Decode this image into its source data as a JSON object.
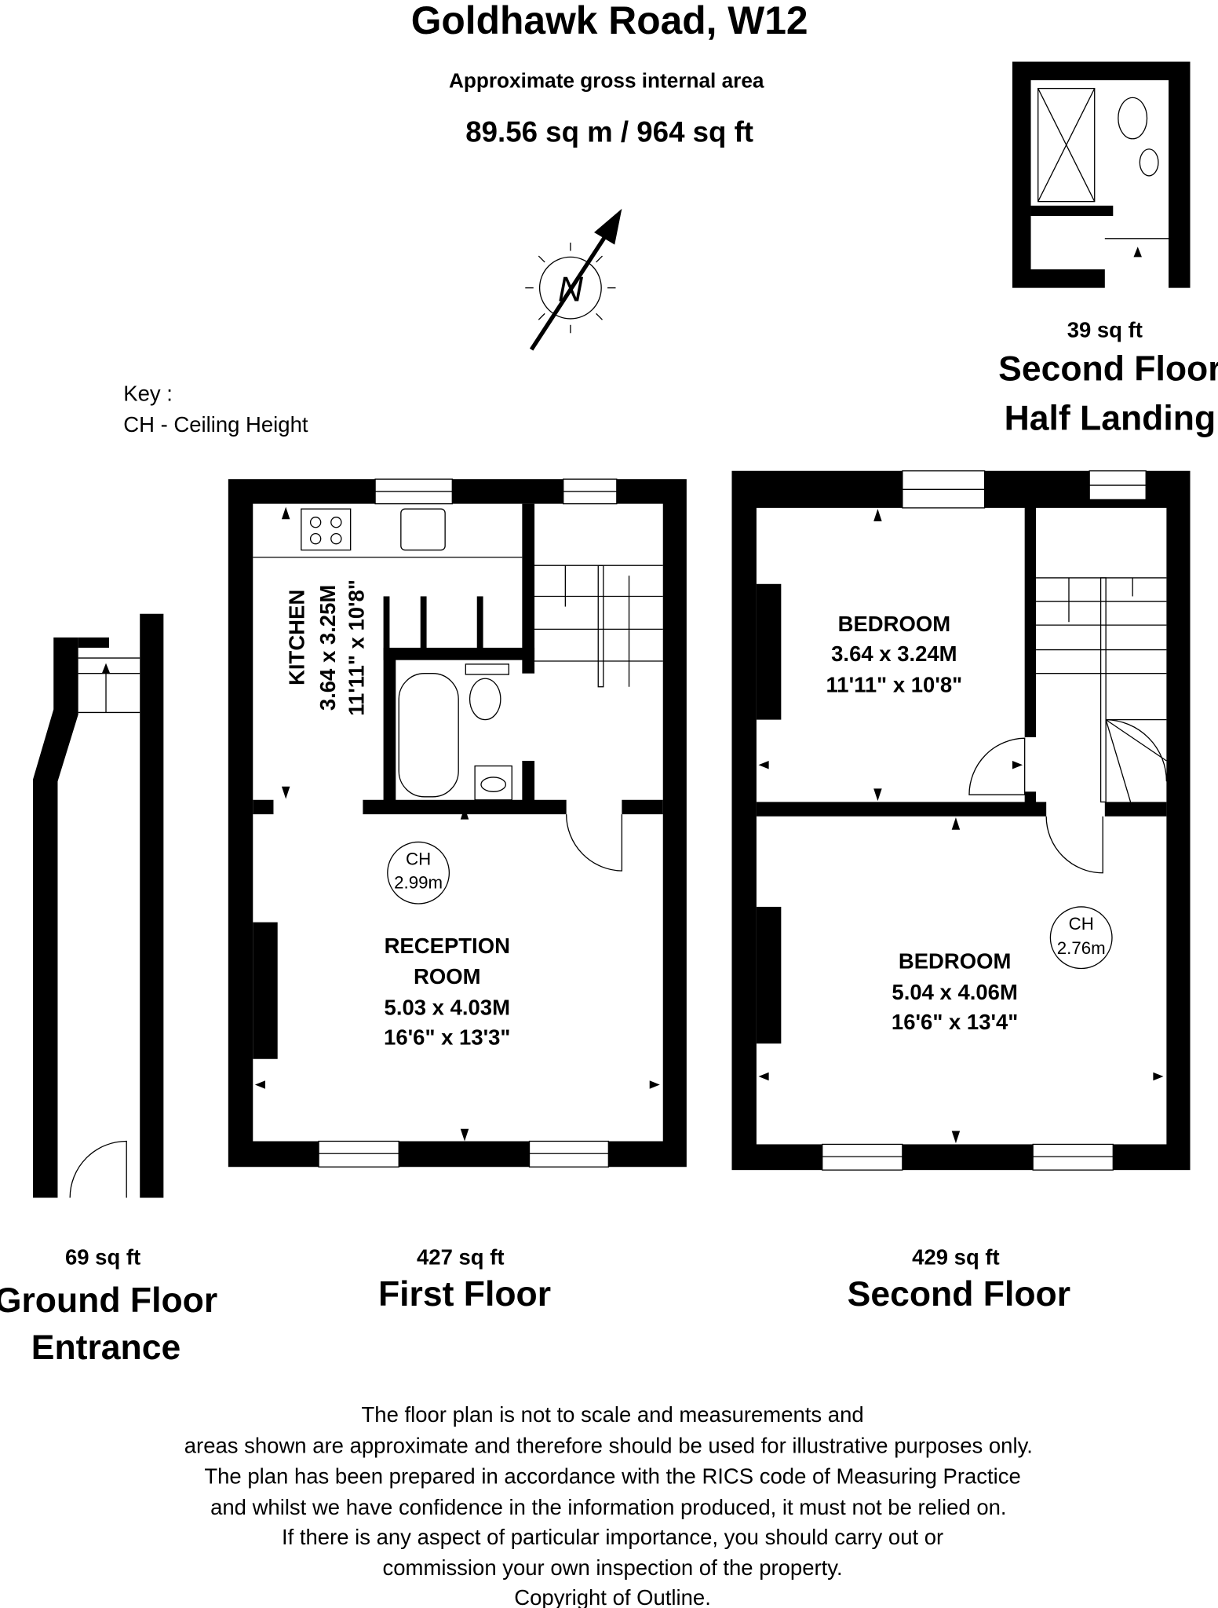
{
  "header": {
    "title": "Goldhawk Road, W12",
    "subtitle": "Approximate gross internal area",
    "total_area": "89.56 sq m /  964 sq ft"
  },
  "compass": {
    "label": "N"
  },
  "key": {
    "title": "Key :",
    "entry": "CH - Ceiling Height"
  },
  "floors": {
    "half_landing": {
      "area": "39 sq ft",
      "name_line1": "Second Floor",
      "name_line2": "Half Landing"
    },
    "ground": {
      "area": "69 sq ft",
      "name_line1": "Ground Floor",
      "name_line2": "Entrance"
    },
    "first": {
      "area": "427 sq ft",
      "name": "First Floor"
    },
    "second": {
      "area": "429 sq ft",
      "name": "Second Floor"
    }
  },
  "rooms": {
    "kitchen": {
      "name": "KITCHEN",
      "metric": "3.64 x 3.25M",
      "imperial": "11'11\" x 10'8\""
    },
    "reception": {
      "name_line1": "RECEPTION",
      "name_line2": "ROOM",
      "metric": "5.03 x 4.03M",
      "imperial": "16'6\" x 13'3\""
    },
    "bedroom1": {
      "name": "BEDROOM",
      "metric": "3.64 x 3.24M",
      "imperial": "11'11\" x 10'8\""
    },
    "bedroom2": {
      "name": "BEDROOM",
      "metric": "5.04 x 4.06M",
      "imperial": "16'6\" x 13'4\""
    }
  },
  "ceiling_heights": {
    "first": {
      "label": "CH",
      "value": "2.99m"
    },
    "second": {
      "label": "CH",
      "value": "2.76m"
    }
  },
  "disclaimer": [
    "The floor plan is not to scale and measurements and",
    "areas shown are approximate and therefore should be used for illustrative purposes only.",
    "The plan has been prepared in accordance with the RICS code of Measuring Practice",
    "and whilst we have confidence in the information produced, it must not be relied on.",
    "If there is any aspect of particular importance, you should carry out or",
    "commission your own inspection of the property.",
    "Copyright of Outline."
  ]
}
